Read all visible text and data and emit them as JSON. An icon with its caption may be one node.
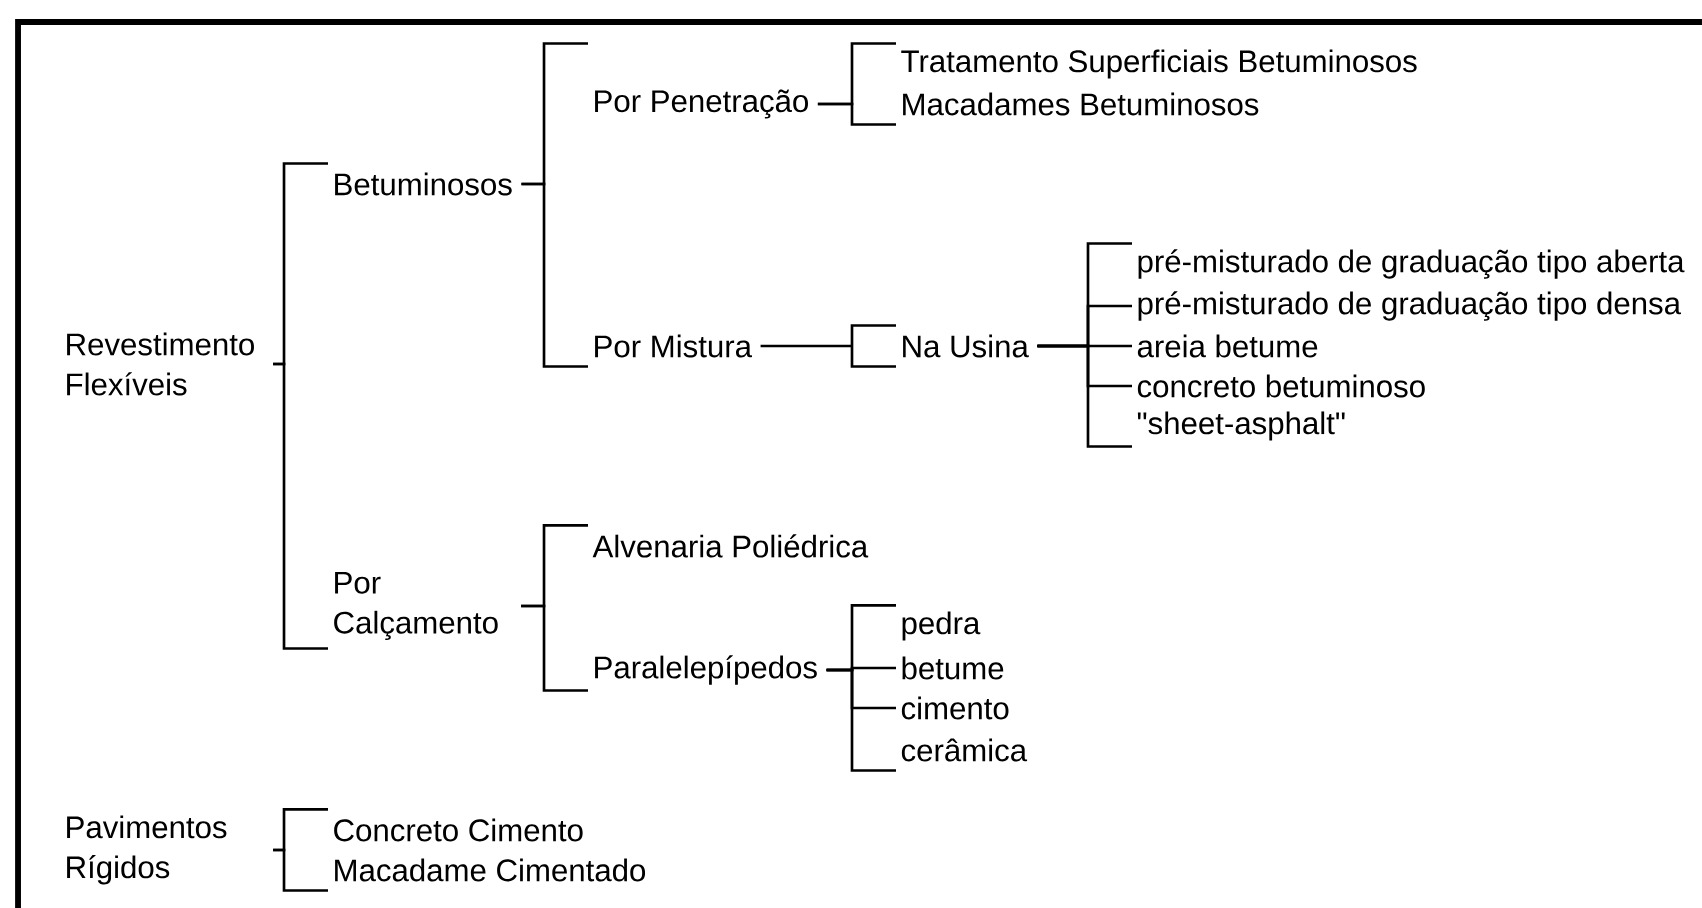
{
  "diagram": {
    "nodes": [
      {
        "text": [
          "Revestimento Flexíveis"
        ]
      },
      {
        "text": [
          "Betuminosos"
        ]
      },
      {
        "text": [
          "Por Calçamento"
        ]
      },
      {
        "text": [
          "Por Penetração"
        ]
      },
      {
        "text": [
          "Por Mistura"
        ]
      },
      {
        "text": [
          "Tratamento Superficiais Betuminosos"
        ]
      },
      {
        "text": [
          "Macadames Betuminosos"
        ]
      },
      {
        "text": [
          "Na Usina"
        ]
      },
      {
        "text": [
          "pré-misturado de graduação tipo aberta"
        ]
      },
      {
        "text": [
          "pré-misturado de graduação tipo densa"
        ]
      },
      {
        "text": [
          "areia betume"
        ]
      },
      {
        "text": [
          "concreto betuminoso"
        ]
      },
      {
        "text": [
          "\"sheet-asphalt\""
        ]
      },
      {
        "text": [
          "Alvenaria Poliédrica"
        ]
      },
      {
        "text": [
          "Paralelepípedos"
        ]
      },
      {
        "text": [
          "pedra"
        ]
      },
      {
        "text": [
          "betume"
        ]
      },
      {
        "text": [
          "cimento"
        ]
      },
      {
        "text": [
          "cerâmica"
        ]
      },
      {
        "text": [
          "Pavimentos Rígidos"
        ]
      },
      {
        "text": [
          "Concreto Cimento"
        ]
      },
      {
        "text": [
          "Macadame Cimentado"
        ]
      }
    ],
    "edges": [
      {
        "from": 0,
        "to": 1,
        "arrow": "none"
      },
      {
        "from": 0,
        "to": 2,
        "arrow": "none"
      },
      {
        "from": 1,
        "to": 3,
        "arrow": "none"
      },
      {
        "from": 1,
        "to": 4,
        "arrow": "none"
      },
      {
        "from": 3,
        "to": 5,
        "arrow": "none"
      },
      {
        "from": 3,
        "to": 6,
        "arrow": "none"
      },
      {
        "from": 4,
        "to": 7,
        "arrow": "none"
      },
      {
        "from": 7,
        "to": 8,
        "arrow": "none"
      },
      {
        "from": 7,
        "to": 9,
        "arrow": "none"
      },
      {
        "from": 7,
        "to": 10,
        "arrow": "none"
      },
      {
        "from": 7,
        "to": 11,
        "arrow": "none"
      },
      {
        "from": 7,
        "to": 12,
        "arrow": "none"
      },
      {
        "from": 2,
        "to": 13,
        "arrow": "none"
      },
      {
        "from": 2,
        "to": 14,
        "arrow": "none"
      },
      {
        "from": 14,
        "to": 15,
        "arrow": "none"
      },
      {
        "from": 14,
        "to": 16,
        "arrow": "none"
      },
      {
        "from": 14,
        "to": 17,
        "arrow": "none"
      },
      {
        "from": 14,
        "to": 18,
        "arrow": "none"
      },
      {
        "from": 19,
        "to": 20,
        "arrow": "none"
      },
      {
        "from": 19,
        "to": 21,
        "arrow": "none"
      }
    ]
  }
}
